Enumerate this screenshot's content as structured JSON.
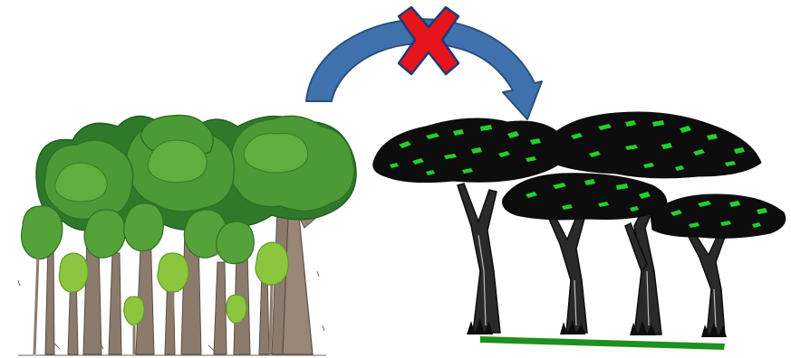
{
  "scene": {
    "left_illustration": "forest-illustration",
    "right_illustration": "savanna-illustration",
    "transition_arrow": {
      "direction": "left-to-right",
      "color": "#3f72ad",
      "outline": "#2a4f7d"
    },
    "cross_mark": {
      "color": "#e8141c",
      "outline": "#203a78"
    },
    "colors": {
      "forest_foliage_dark": "#2f7a2a",
      "forest_foliage_mid": "#4c9a36",
      "forest_foliage_light": "#7fbf4a",
      "forest_trunk": "#8c7b6c",
      "savanna_foliage": "#22d02a",
      "savanna_ink": "#0d0d0d",
      "ground_line": "#1f8f1f"
    }
  }
}
